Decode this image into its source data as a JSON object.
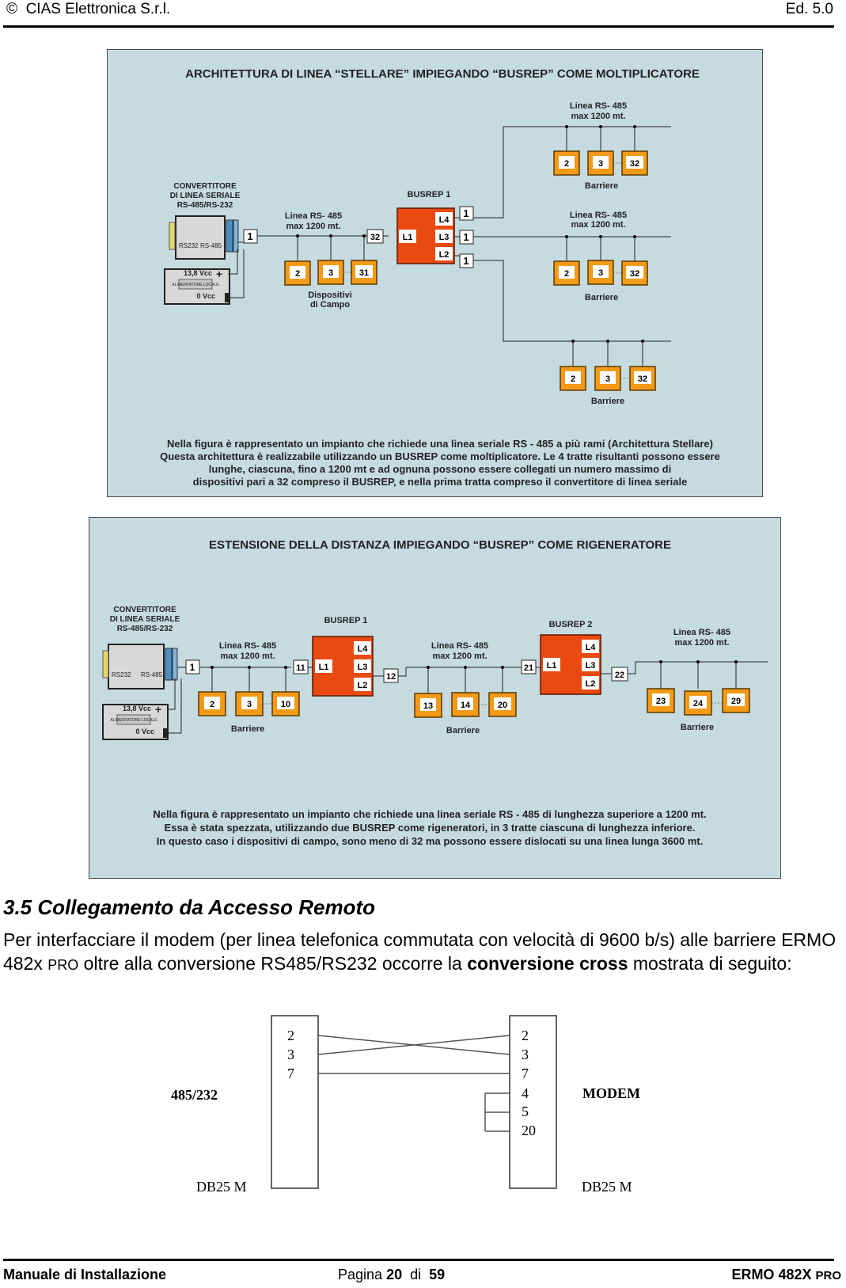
{
  "header": {
    "company": "CIAS Elettronica S.r.l.",
    "edition": "Ed. 5.0"
  },
  "diagram1": {
    "title": "ARCHITETTURA DI LINEA “STELLARE”  IMPIEGANDO “BUSREP” COME MOLTIPLICATORE",
    "converter_label": [
      "CONVERTITORE",
      "DI LINEA SERIALE",
      "RS-485/RS-232"
    ],
    "converter_port_labels": [
      "RS232",
      "RS-485"
    ],
    "power_label": "ALIMENTATORE LOCALE",
    "v_plus": "13,8 Vcc",
    "v_zero": "0 Vcc",
    "busrep_label": "BUSREP 1",
    "busrep_ports": [
      "L4",
      "L3",
      "L2",
      "L1"
    ],
    "line_label": [
      "Linea RS- 485",
      "max 1200 mt."
    ],
    "field_devices_label": [
      "Dispositivi",
      "di Campo"
    ],
    "barriers_label": "Barriere",
    "main_devices": [
      "2",
      "3",
      "31"
    ],
    "node_start": "1",
    "node_busrep_in": "32",
    "branch_start": "1",
    "branch_devices": [
      "2",
      "3",
      "32"
    ],
    "description": [
      "Nella figura è rappresentato un impianto che richiede una linea seriale RS - 485 a più rami (Architettura Stellare)",
      "Questa architettura è realizzabile utilizzando un BUSREP come moltiplicatore. Le 4 tratte risultanti possono essere",
      "lunghe, ciascuna, fino a 1200 mt e ad ognuna possono essere collegati un numero massimo di",
      "dispositivi pari a 32 compreso il BUSREP, e nella prima tratta compreso il convertitore di linea seriale"
    ]
  },
  "diagram2": {
    "title": "ESTENSIONE DELLA DISTANZA IMPIEGANDO “BUSREP” COME RIGENERATORE",
    "converter_label": [
      "CONVERTITORE",
      "DI LINEA SERIALE",
      "RS-485/RS-232"
    ],
    "converter_port_labels": [
      "RS232",
      "RS-485"
    ],
    "power_label": "ALIMENTATORE LOCALE",
    "v_plus": "13,8 Vcc",
    "v_zero": "0 Vcc",
    "busrep1_label": "BUSREP 1",
    "busrep2_label": "BUSREP 2",
    "busrep_ports": [
      "L4",
      "L3",
      "L2",
      "L1"
    ],
    "line_label": [
      "Linea RS- 485",
      "max 1200 mt."
    ],
    "barriers_label": "Barriere",
    "seg1_start": "1",
    "seg1_devices": [
      "2",
      "3",
      "10"
    ],
    "seg1_end": "11",
    "seg2_start": "12",
    "seg2_devices": [
      "13",
      "14",
      "20"
    ],
    "seg2_end": "21",
    "seg3_start": "22",
    "seg3_devices": [
      "23",
      "24",
      "29"
    ],
    "description": [
      "Nella figura è rappresentato un impianto che richiede una linea seriale RS - 485 di lunghezza superiore a 1200 mt.",
      "Essa è stata spezzata,  utilizzando due BUSREP come rigeneratori, in 3 tratte ciascuna di lunghezza inferiore.",
      "In questo caso i dispositivi di campo, sono meno di 32 ma possono essere dislocati su una linea lunga 3600 mt."
    ]
  },
  "section": {
    "number_title": "3.5  Collegamento da Accesso Remoto",
    "p1": "Per interfacciare il modem (per linea telefonica commutata con velocità di 9600 b/s) alle barriere ERMO 482x ",
    "p_pro": "PRO",
    "p2": " oltre alla conversione RS485/RS232 occorre la ",
    "p_bold": "conversione cross",
    "p3": " mostrata di seguito:"
  },
  "cross": {
    "left_label": "485/232",
    "right_label": "MODEM",
    "left_connector": "DB25 M",
    "right_connector": "DB25 M",
    "left_pins": [
      "2",
      "3",
      "7"
    ],
    "right_pins": [
      "2",
      "3",
      "7",
      "4",
      "5",
      "20"
    ]
  },
  "footer": {
    "left": "Manuale di Installazione",
    "page_prefix": "Pagina ",
    "page_num": "20",
    "page_of": "  di  ",
    "page_total": "59",
    "product": "ERMO 482X ",
    "product_pro": "PRO"
  }
}
